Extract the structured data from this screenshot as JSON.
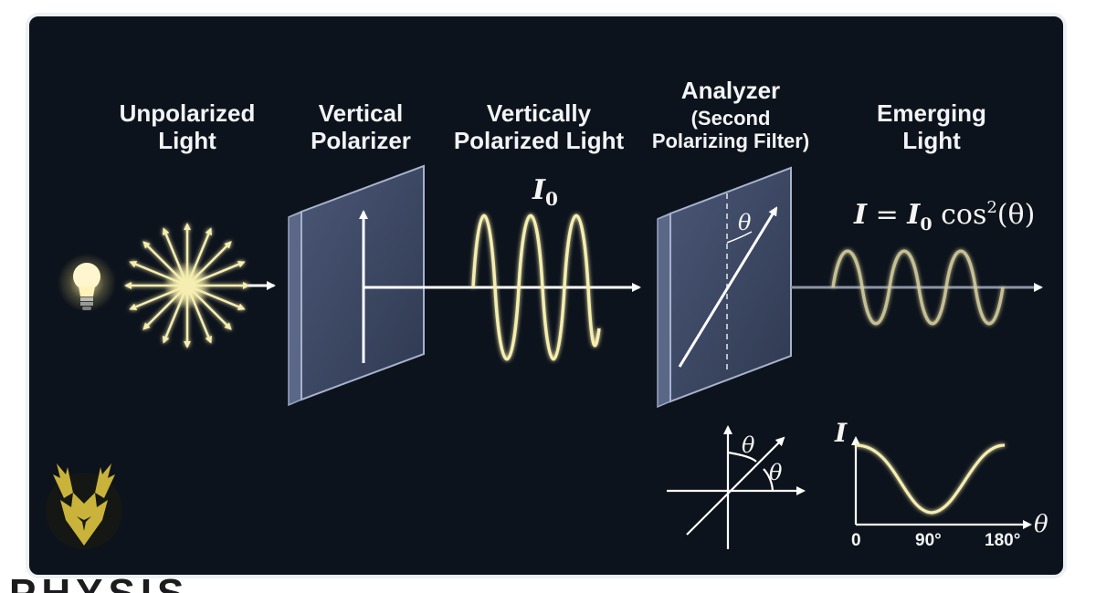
{
  "labels": {
    "unpolarized": "Unpolarized\nLight",
    "vertical_polarizer": "Vertical\nPolarizer",
    "vertically_polarized": "Vertically\nPolarized Light",
    "analyzer_title": "Analyzer",
    "analyzer_sub": "(Second\nPolarizing Filter)",
    "emerging": "Emerging\nLight"
  },
  "math": {
    "i0_symbol": "I",
    "i0_subscript": "0",
    "law_I": "I",
    "law_eq": " = ",
    "law_I0": "I",
    "law_sub": "0",
    "law_cos": " cos",
    "law_sup": "2",
    "law_arg": "(θ)",
    "theta": "θ"
  },
  "graph": {
    "y_label": "I",
    "x_label": "θ",
    "ticks": [
      "0",
      "90°",
      "180°"
    ]
  },
  "logo_text": "PHYSIS",
  "colors": {
    "background": "#0d131c",
    "light_wave": "#f5eeb0",
    "glass": "#7d8aa6"
  }
}
